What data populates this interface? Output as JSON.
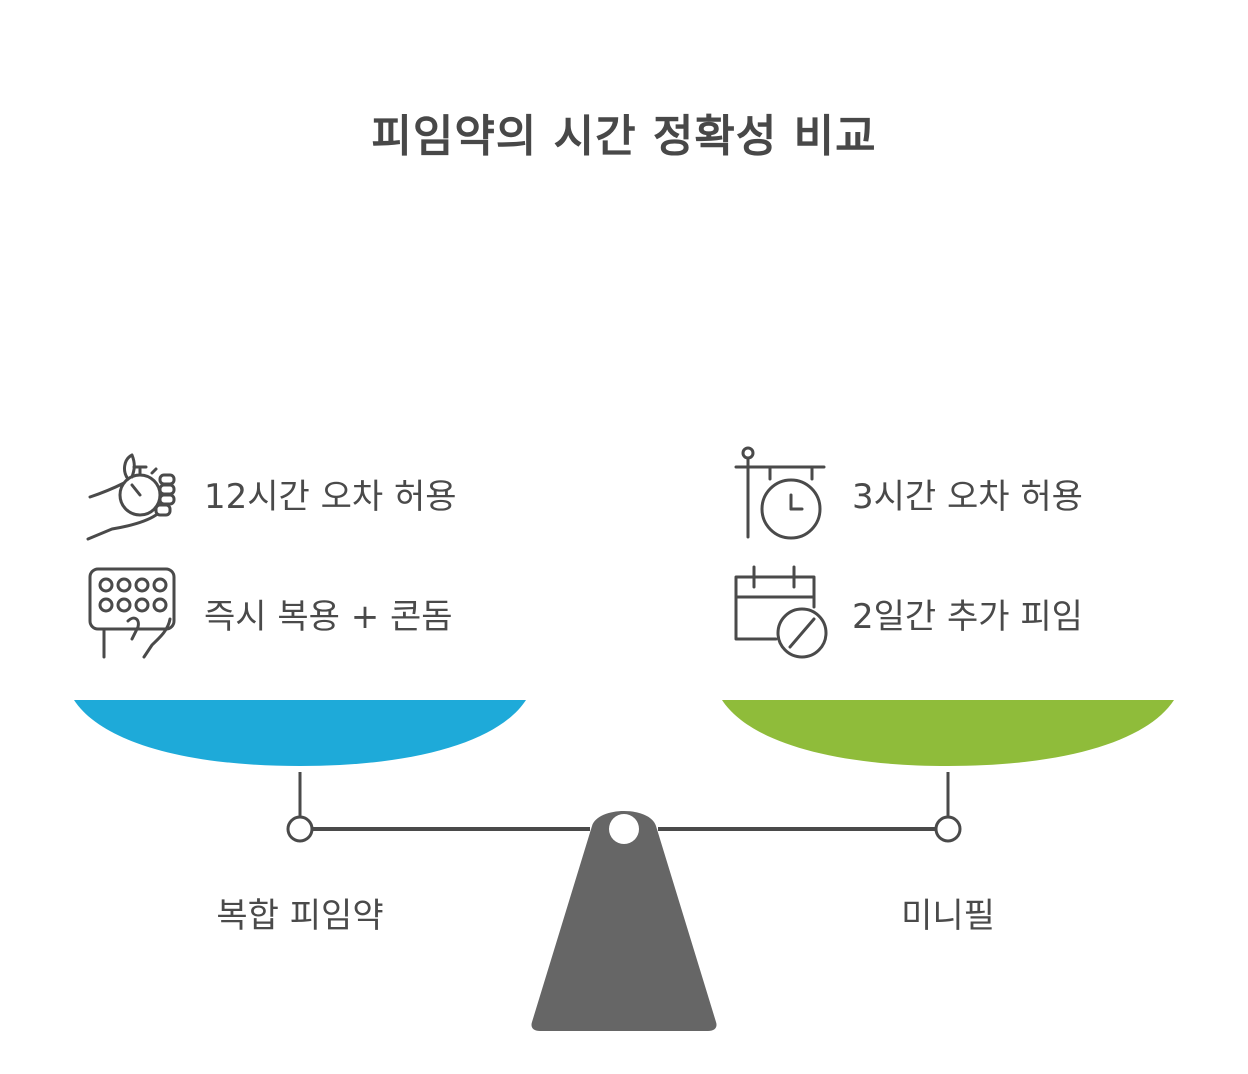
{
  "title": "피임약의 시간 정확성 비교",
  "left": {
    "name": "복합 피임약",
    "color": "#1eaad9",
    "items": [
      {
        "icon": "hand-stopwatch-icon",
        "text": "12시간 오차 허용"
      },
      {
        "icon": "pill-blister-pack-icon",
        "text": "즉시 복용 + 콘돔"
      }
    ]
  },
  "right": {
    "name": "미니필",
    "color": "#8fbc3a",
    "items": [
      {
        "icon": "hanging-clock-sign-icon",
        "text": "3시간 오차 허용"
      },
      {
        "icon": "calendar-no-icon",
        "text": "2일간 추가 피임"
      }
    ]
  },
  "colors": {
    "beam": "#4a4a4a",
    "fulcrum": "#666666"
  }
}
